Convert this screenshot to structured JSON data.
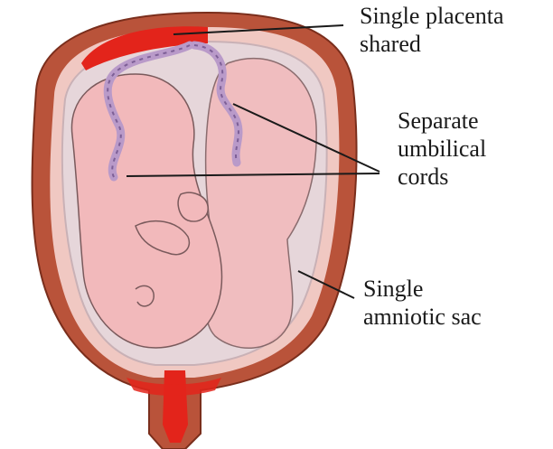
{
  "labels": {
    "placenta": {
      "line1": "Single placenta",
      "line2": "shared"
    },
    "cords": {
      "line1": "Separate",
      "line2": "umbilical",
      "line3": "cords"
    },
    "sac": {
      "line1": "Single",
      "line2": "amniotic sac"
    }
  },
  "colors": {
    "uterus_wall": "#b9533a",
    "uterus_wall_dark": "#7a2e1c",
    "placenta": "#e3241b",
    "sac_fill": "#e6d6da",
    "fetus_fill": "#f2b9bb",
    "fetus_outline": "#7a5a5c",
    "cord": "#b99ac9",
    "leader_line": "#1a1a1a"
  }
}
